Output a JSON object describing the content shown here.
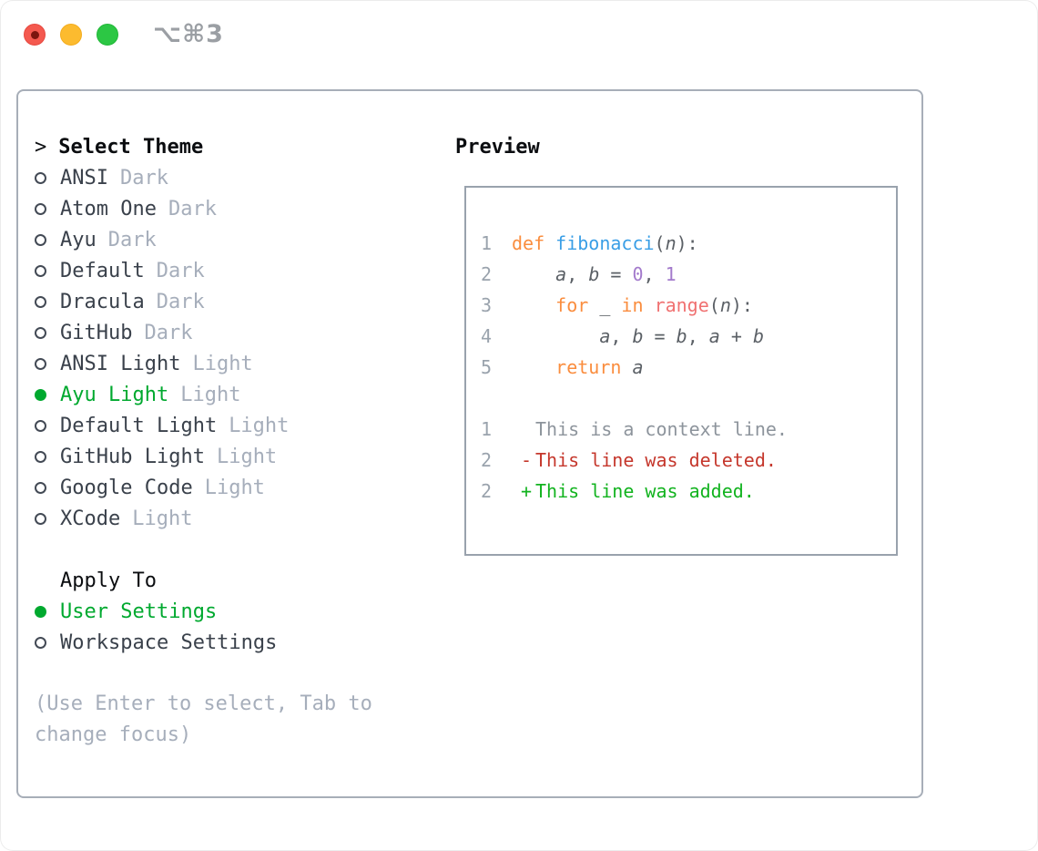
{
  "window": {
    "title": "⌥⌘3",
    "traffic_lights": [
      {
        "name": "close-light",
        "color": "#f4594f"
      },
      {
        "name": "minimize-light",
        "color": "#fcbb2f"
      },
      {
        "name": "maximize-light",
        "color": "#2cc744"
      }
    ]
  },
  "theme_panel": {
    "header_prefix": ">",
    "header": "Select Theme",
    "themes": [
      {
        "name": "ANSI",
        "variant": "Dark",
        "selected": false
      },
      {
        "name": "Atom One",
        "variant": "Dark",
        "selected": false
      },
      {
        "name": "Ayu",
        "variant": "Dark",
        "selected": false
      },
      {
        "name": "Default",
        "variant": "Dark",
        "selected": false
      },
      {
        "name": "Dracula",
        "variant": "Dark",
        "selected": false
      },
      {
        "name": "GitHub",
        "variant": "Dark",
        "selected": false
      },
      {
        "name": "ANSI Light",
        "variant": "Light",
        "selected": false
      },
      {
        "name": "Ayu Light",
        "variant": "Light",
        "selected": true
      },
      {
        "name": "Default Light",
        "variant": "Light",
        "selected": false
      },
      {
        "name": "GitHub Light",
        "variant": "Light",
        "selected": false
      },
      {
        "name": "Google Code",
        "variant": "Light",
        "selected": false
      },
      {
        "name": "XCode",
        "variant": "Light",
        "selected": false
      }
    ],
    "apply_to": {
      "header": "Apply To",
      "options": [
        {
          "label": "User Settings",
          "selected": true
        },
        {
          "label": "Workspace Settings",
          "selected": false
        }
      ]
    },
    "help_text": "(Use Enter to select, Tab to change focus)"
  },
  "preview": {
    "header": "Preview",
    "code_lines": [
      {
        "no": "1",
        "tokens": [
          {
            "t": "def",
            "c": "kw"
          },
          {
            "t": " "
          },
          {
            "t": "fibonacci",
            "c": "fn"
          },
          {
            "t": "("
          },
          {
            "t": "n",
            "c": "var"
          },
          {
            "t": "):"
          }
        ]
      },
      {
        "no": "2",
        "tokens": [
          {
            "t": "    "
          },
          {
            "t": "a",
            "c": "var"
          },
          {
            "t": ", "
          },
          {
            "t": "b",
            "c": "var"
          },
          {
            "t": " = "
          },
          {
            "t": "0",
            "c": "num"
          },
          {
            "t": ", "
          },
          {
            "t": "1",
            "c": "num"
          }
        ]
      },
      {
        "no": "3",
        "tokens": [
          {
            "t": "    "
          },
          {
            "t": "for",
            "c": "kw"
          },
          {
            "t": " _ "
          },
          {
            "t": "in",
            "c": "kw"
          },
          {
            "t": " "
          },
          {
            "t": "range",
            "c": "bi"
          },
          {
            "t": "("
          },
          {
            "t": "n",
            "c": "var"
          },
          {
            "t": "):"
          }
        ]
      },
      {
        "no": "4",
        "tokens": [
          {
            "t": "        "
          },
          {
            "t": "a",
            "c": "var"
          },
          {
            "t": ", "
          },
          {
            "t": "b",
            "c": "var"
          },
          {
            "t": " = "
          },
          {
            "t": "b",
            "c": "var"
          },
          {
            "t": ", "
          },
          {
            "t": "a",
            "c": "var"
          },
          {
            "t": " + "
          },
          {
            "t": "b",
            "c": "var"
          }
        ]
      },
      {
        "no": "5",
        "tokens": [
          {
            "t": "    "
          },
          {
            "t": "return",
            "c": "kw"
          },
          {
            "t": " "
          },
          {
            "t": "a",
            "c": "var"
          }
        ]
      }
    ],
    "diff_lines": [
      {
        "no": "1",
        "marker": " ",
        "text": "This is a context line.",
        "kind": "context"
      },
      {
        "no": "2",
        "marker": "-",
        "text": "This line was deleted.",
        "kind": "deleted"
      },
      {
        "no": "2",
        "marker": "+",
        "text": "This line was added.",
        "kind": "added"
      }
    ]
  },
  "colors": {
    "accent_green": "#00a92f",
    "diff_added": "#12b31f",
    "diff_deleted": "#c5372c",
    "context_gray": "#8d949c",
    "keyword_orange": "#fa8d3e",
    "function_blue": "#399ee6",
    "number_purple": "#a37acc",
    "builtin_coral": "#f07171",
    "muted_gray": "#a6aebb",
    "line_number_gray": "#9aa3ad",
    "panel_border": "#a7aeb8",
    "text_dark": "#3a414b"
  }
}
